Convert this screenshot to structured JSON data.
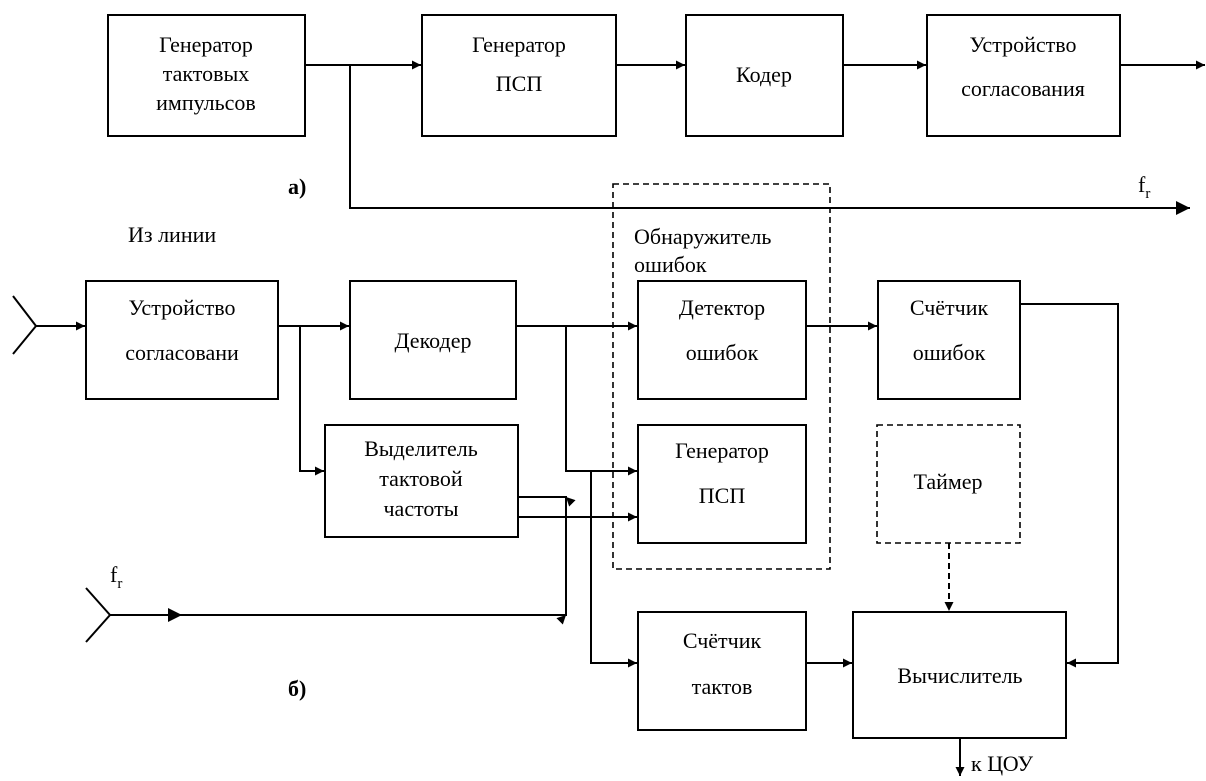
{
  "part_a": {
    "label": "а)",
    "blocks": {
      "gti": [
        "Генератор",
        "тактовых",
        "импульсов"
      ],
      "gpsp": [
        "Генератор",
        "ПСП"
      ],
      "coder": [
        "Кодер"
      ],
      "usogl": [
        "Устройство",
        "согласования"
      ]
    },
    "fr": {
      "main": "f",
      "sub": "r"
    }
  },
  "part_b": {
    "label": "б)",
    "from_line": "Из линии",
    "detector_group": [
      "Обнаружитель",
      "ошибок"
    ],
    "blocks": {
      "usogl": [
        "Устройство",
        "согласовани"
      ],
      "decoder": [
        "Декодер"
      ],
      "vydelitel": [
        "Выделитель",
        "тактовой",
        "частоты"
      ],
      "det": [
        "Детектор",
        "ошибок"
      ],
      "gpsp": [
        "Генератор",
        "ПСП"
      ],
      "err_counter": [
        "Счётчик",
        "ошибок"
      ],
      "timer": [
        "Таймер"
      ],
      "clk_counter": [
        "Счётчик",
        "тактов"
      ],
      "calc": [
        "Вычислитель"
      ]
    },
    "fr": {
      "main": "f",
      "sub": "r"
    },
    "output": "к ЦОУ"
  }
}
